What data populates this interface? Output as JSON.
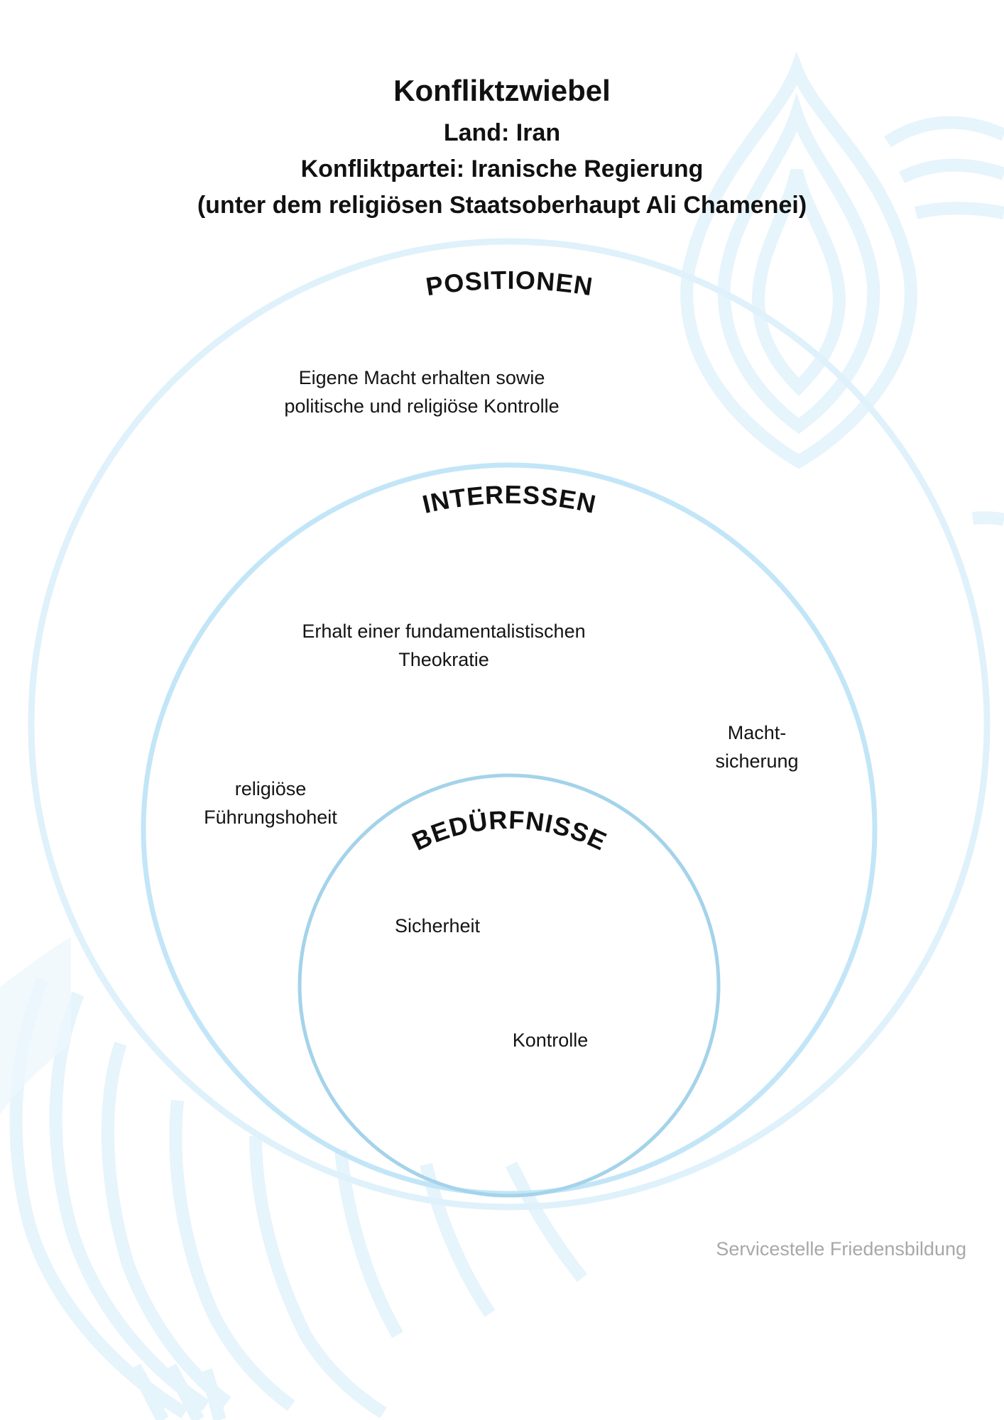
{
  "header": {
    "title": "Konfliktzwiebel",
    "country": "Land: Iran",
    "party": "Konfliktpartei: Iranische Regierung",
    "party_note": "(unter dem religiösen Staatsoberhaupt Ali Chamenei)"
  },
  "rings": {
    "positions": {
      "title": "POSITIONEN",
      "items": [
        "Eigene Macht erhalten sowie politische und religiöse Kontrolle"
      ]
    },
    "interests": {
      "title": "INTERESSEN",
      "items": [
        "Erhalt einer fundamentalistischen Theokratie",
        "Macht-sicherung",
        "religiöse Führungshoheit"
      ]
    },
    "needs": {
      "title": "BEDÜRFNISSE",
      "items": [
        "Sicherheit",
        "Kontrolle"
      ]
    }
  },
  "footer": {
    "credit": "Servicestelle Friedensbildung"
  },
  "colors": {
    "ring_outer": "#dff1fb",
    "ring_middle": "#c2e6f7",
    "ring_inner": "#a4d3ea",
    "watermark": "#e6f4fc"
  }
}
